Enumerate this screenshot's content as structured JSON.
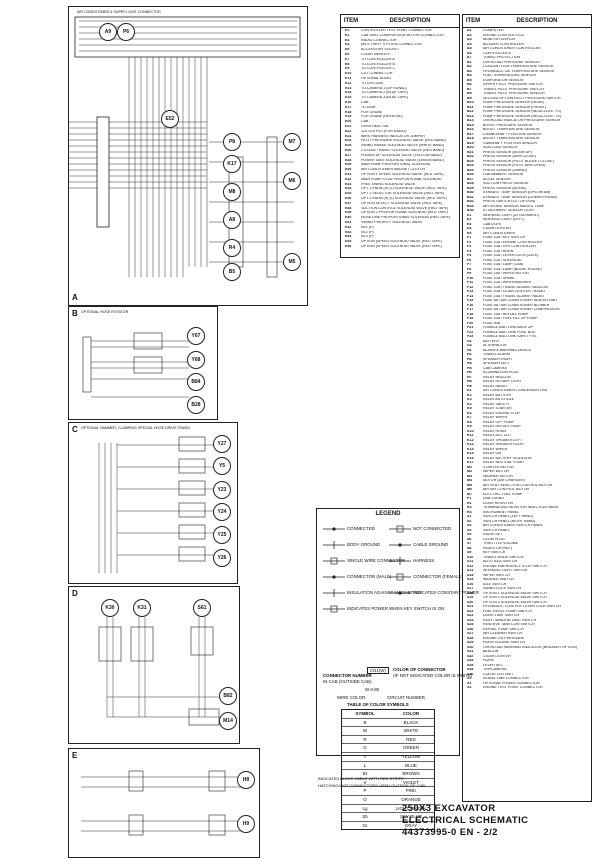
{
  "sheet": {
    "title_line1": "250X3 EXCAVATOR",
    "title_line2": "ELECTRICAL SCHEMATIC",
    "title_line3": "44373995-0  EN - 2/2"
  },
  "sections": [
    {
      "id": "A",
      "caption": "AIR CONDITIONER & SUPPLY UNIT CONNECTOR"
    },
    {
      "id": "B",
      "caption": "OPTIONAL HOSE ROTATOR"
    },
    {
      "id": "C",
      "caption": "OPTIONAL HAMMER, CLAMPING SPECIAL HOSE DRIVE TRAVEL"
    },
    {
      "id": "D",
      "caption": ""
    },
    {
      "id": "E",
      "caption": ""
    }
  ],
  "connectors": {
    "A": [
      "A9",
      "P6",
      "E52",
      "P8",
      "K17",
      "M8",
      "A8",
      "R4",
      "B5",
      "M7",
      "M6",
      "M5"
    ],
    "B": [
      "Y67",
      "Y68",
      "B84",
      "B28"
    ],
    "C": [
      "Y27",
      "Y5",
      "Y23",
      "Y24",
      "Y25",
      "Y26"
    ],
    "D": [
      "K30",
      "K31",
      "S61",
      "B82",
      "M14"
    ],
    "E": [
      "H8",
      "H9"
    ]
  },
  "table_left": {
    "col_item": "ITEM",
    "col_desc": "DESCRIPTION",
    "rows": [
      [
        "E1",
        "CONTROLLER TEST POINT CONNECTOR"
      ],
      [
        "E2",
        "CAB SEAT COMPRESSOR MOTOR CONNECTOR"
      ],
      [
        "E3",
        "RADIO CONNECTOR"
      ],
      [
        "E4",
        "ANTI-THEFT SYSTEM CONNECTOR"
      ],
      [
        "E5",
        "ACCESSORY SOCKET"
      ],
      [
        "E6",
        "CLEAR MEMORY"
      ],
      [
        "E7",
        "TO CONTROLLER A"
      ],
      [
        "E8",
        "TO CONTROLLER B"
      ],
      [
        "E9",
        "TO CONTROLLER C"
      ],
      [
        "E10",
        "CDT CONNECTOR"
      ],
      [
        "E11",
        "OPTIONAL AUDIO"
      ],
      [
        "E12",
        "TO GPS UNIT"
      ],
      [
        "E13",
        "TO CAMERA 1 (OPTIONAL)"
      ],
      [
        "E14",
        "TO CAMERA 2 (BLUE TAPE)"
      ],
      [
        "E15",
        "TO CAMERA 3 (BLUE TAPE)"
      ],
      [
        "E16",
        "CAB"
      ],
      [
        "E17",
        "TO DRM"
      ],
      [
        "E18",
        "FOR CRANE"
      ],
      [
        "E19",
        "FOR CRANE (REVERSE)"
      ],
      [
        "E20",
        "CAB"
      ],
      [
        "E21",
        "OVER HEAT SW"
      ],
      [
        "E22",
        "12V OUTPUT (FOR RADIO)"
      ],
      [
        "E23",
        "WIRE HARNESS INDICATOR JUMPER"
      ],
      [
        "E24",
        "PILOT PRESSURE SOLENOID VALVE (RED BAND)"
      ],
      [
        "E25",
        "SWING BRAKE SOLENOID VALVE (WHITE BAND)"
      ],
      [
        "E26",
        "2 STAGE TRAVEL SOLENOID VALVE (RED BAND)"
      ],
      [
        "E27",
        "POWER-UP SOLENOID VALVE (YELLOW BAND)"
      ],
      [
        "E28",
        "POWER SAVE SOLENOID VALVE (GREEN BAND)"
      ],
      [
        "E29",
        "MAIN PUMP PROPORTIONAL SOLENOID"
      ],
      [
        "E30",
        "AIR CONDITIONER MAGNET CLUTCH"
      ],
      [
        "E31",
        "OPTION 1 SPEED SOLENOID VALVE (RED TAPE)"
      ],
      [
        "E32",
        "MAIN PUMP FLOW PROPORTIONAL SOLENOID"
      ],
      [
        "E33",
        "FREE SWING SOLENOID VALVE"
      ],
      [
        "E34",
        "OPT 1 KNOB (R) (L) SOLENOID VALVE (RED TAPE)"
      ],
      [
        "E35",
        "OPT 2 SELECTOR SOLENOID VALVE (RED TAPE)"
      ],
      [
        "E36",
        "OPT 2 KNOB (R) (L) SOLENOID VALVE (RED TAPE)"
      ],
      [
        "E37",
        "OPTION SELECT SOLENOID VALVE (RED TAPE)"
      ],
      [
        "E38",
        "SUCTION CONTROL SOLENOID VALVE (RED TAPE)"
      ],
      [
        "E39",
        "OPTION 2 PROPORTIONAL SOLENOID (RED TAPE)"
      ],
      [
        "E40",
        "HOSE LINE PROPORTIONAL SOLENOID (RED TAPE)"
      ],
      [
        "E41",
        "SWING PRIORITY SOLENOID VALVE"
      ],
      [
        "E42",
        "IN-1 (P)"
      ],
      [
        "E43",
        "IN-2 (P)"
      ],
      [
        "E44",
        "IN-3 (P)"
      ],
      [
        "E45",
        "OPTION (SPEED SOLENOID VALVE (RED TAPE)"
      ],
      [
        "E46",
        "OPTION (SPEED SOLENOID VALVE (RED TAPE)"
      ]
    ]
  },
  "table_right": {
    "col_item": "ITEM",
    "col_desc": "DESCRIPTION",
    "rows": [
      [
        "A1",
        "COMPUTER"
      ],
      [
        "A2",
        "ENGINE CONTROL ECU"
      ],
      [
        "A3",
        "MONITOR DISPLAY"
      ],
      [
        "A4",
        "BLOWER CONTROLLER"
      ],
      [
        "A5",
        "AIR CONDITIONER CONTROLLER"
      ],
      [
        "A6",
        "CONTROLLER A"
      ],
      [
        "A7",
        "TURBO PROTECTION"
      ],
      [
        "B1",
        "OVERLOAD PRESSURE SENSOR"
      ],
      [
        "B2",
        "COOLANT LOW TEMPERATURE SENSOR"
      ],
      [
        "B3",
        "HYDRAULIC OIL TEMPERATURE SENSOR"
      ],
      [
        "B4",
        "FUEL TEMPERATURE SENSOR"
      ],
      [
        "B5",
        "EVAPORATOR SENSOR"
      ],
      [
        "B6",
        "UPPER PILOT PRESSURE SWITCH"
      ],
      [
        "B7",
        "TRAVEL PILOT PRESSURE SWITCH"
      ],
      [
        "B8",
        "TRAVEL PILOT PRESSURE SENSOR"
      ],
      [
        "B9",
        "SECOND OPTION PILOT PRESSURE SWITCH"
      ],
      [
        "B10",
        "PUMP PRESSURE SENSOR (REAR)"
      ],
      [
        "B11",
        "PUMP PRESSURE SENSOR (FRONT)"
      ],
      [
        "B12",
        "PUMP PRESSURE SENSOR (NEGA-CONT. P1)"
      ],
      [
        "B13",
        "PUMP PRESSURE SENSOR (NEGA-CONT. P2)"
      ],
      [
        "B14",
        "OVERLOAD INDICATOR PRESSURE SENSOR"
      ],
      [
        "B15",
        "BOOST PRESSURE SENSOR"
      ],
      [
        "B16",
        "BOOST TEMPERATURE SENSOR"
      ],
      [
        "B17",
        "CRANKSHAFT POSITION SENSOR"
      ],
      [
        "B18",
        "BOOST TEMPERATURE SENSOR"
      ],
      [
        "B19",
        "CAMSHAFT POSITION SENSOR"
      ],
      [
        "B20",
        "SUN LOAD SENSOR"
      ],
      [
        "B21",
        "PRESS SENSOR (BOOM UP)"
      ],
      [
        "B22",
        "PRESS SENSOR (ARM CLOSE)"
      ],
      [
        "B23",
        "PRESS SENSOR (PILOT BUCKET CLOSE)"
      ],
      [
        "B24",
        "PRESS SENSOR (PILOT ARM OPEN)"
      ],
      [
        "B25",
        "PRESS SENSOR (SWING)"
      ],
      [
        "B26",
        "CAB AMBIENT SENSOR"
      ],
      [
        "B27",
        "ACCEL SENSOR"
      ],
      [
        "B28",
        "SUCTION PRESS SENSOR"
      ],
      [
        "B29",
        "PRESS SENSOR (BOOM)"
      ],
      [
        "B30",
        "EXHAUST TEMP SENSOR (UPSTREAM)"
      ],
      [
        "B31",
        "EXHAUST TEMP SENSOR (DOWNSTREAM)"
      ],
      [
        "B32",
        "PRESS SWITCH (1ST OPTION)"
      ],
      [
        "B33",
        "AIR INTAKE SENSOR MASS & TEMP"
      ],
      [
        "B34",
        "ATTACHMENT SENSOR LIGHT"
      ],
      [
        "E1",
        "WORKING LIGHT (ATTACHMENT)"
      ],
      [
        "E2",
        "WORKING LIGHT (LEFT)"
      ],
      [
        "E3",
        "CAB LIGHT"
      ],
      [
        "E4",
        "CIGAR LIGHTER"
      ],
      [
        "E5",
        "AIR CONDITIONER"
      ],
      [
        "F1",
        "FUSE 10A / KEY SWITCH"
      ],
      [
        "F2",
        "FUSE 10A / ENGINE CONTROLLER"
      ],
      [
        "F3",
        "FUSE 10A / GPS CONTROLLER"
      ],
      [
        "F4",
        "FUSE 10A / HORN"
      ],
      [
        "F5",
        "FUSE 10A / LEVER LOCK (GATE)"
      ],
      [
        "F6",
        "FUSE 10A / SOLENOID"
      ],
      [
        "F7",
        "FUSE 15A / LAMP (CAB)"
      ],
      [
        "F8",
        "FUSE 10A / LAMP (BOOM, HOUSE)"
      ],
      [
        "F9",
        "FUSE 15A / WIPER MOTOR"
      ],
      [
        "F10",
        "FUSE 10A / SPARE"
      ],
      [
        "F11",
        "FUSE 10A / WIPER/WASHER"
      ],
      [
        "F12",
        "FUSE 10A / TRAVEL ALARM / BEACON"
      ],
      [
        "F13",
        "FUSE 10A / CIGAR LIGHTER / RADIO"
      ],
      [
        "F14",
        "FUSE 15A / TRAVEL ALARM / RADIO"
      ],
      [
        "F15",
        "FUSE 5A / AIR CONDITIONER HEATER UNIT"
      ],
      [
        "F16",
        "FUSE 5A / AIR CONDITIONER BLOWER"
      ],
      [
        "F17",
        "FUSE 5A / AIR CONDITIONER COMPRESSOR"
      ],
      [
        "F18",
        "FUSE 15A / REFUEL PUMP"
      ],
      [
        "F19",
        "FUSE 10A / FUEL FILL UP PUMP"
      ],
      [
        "F20",
        "FUSE 30A"
      ],
      [
        "F21",
        "FUSIBLE 65A / LINK BACK UP"
      ],
      [
        "F22",
        "FUSIBLE 65A / LINK FUSE BOX"
      ],
      [
        "F23",
        "FUSIBLE 65A / LINK SAFETY RL"
      ],
      [
        "G1",
        "BATTERY"
      ],
      [
        "G2",
        "ALTERNATOR"
      ],
      [
        "H1",
        "ALARM & WARNING DEVICE"
      ],
      [
        "H2",
        "TRAVEL ALARM"
      ],
      [
        "H3",
        "SPEAKER RIGHT"
      ],
      [
        "H4",
        "SPEAKER LEFT"
      ],
      [
        "H5",
        "CAB CAMERA"
      ],
      [
        "H6",
        "ILLUMINATION PLUG"
      ],
      [
        "H7",
        "RELAY BEACON"
      ],
      [
        "H8",
        "RELAY ROTARY LIGHT"
      ],
      [
        "H9",
        "RELAY RADIO"
      ],
      [
        "K1",
        "AIR CONDITIONER CONDENSER FAN"
      ],
      [
        "K2",
        "RELAY BATTERY"
      ],
      [
        "K3",
        "RELAY AUTO IDLE"
      ],
      [
        "K4",
        "RELAY SAFETY"
      ],
      [
        "K5",
        "RELAY STARTER"
      ],
      [
        "K6",
        "RELAY ENGINE STOP"
      ],
      [
        "K7",
        "RELAY WIPER"
      ],
      [
        "K8",
        "RELAY OFF PUMP"
      ],
      [
        "K9",
        "RELAY REFUEL PUMP"
      ],
      [
        "K10",
        "RELAY HORN"
      ],
      [
        "K11",
        "RELAY ACC CUT"
      ],
      [
        "K12",
        "RELAY SPEAKER LEFT"
      ],
      [
        "K13",
        "RELAY SPEAKER RIGHT"
      ],
      [
        "K14",
        "RELAY WIPER"
      ],
      [
        "K15",
        "RELAY ON"
      ],
      [
        "K16",
        "RELAY BATTERY ISOLATION"
      ],
      [
        "K17",
        "RELAY NEUTRAL START"
      ],
      [
        "M1",
        "STARTER MOTOR"
      ],
      [
        "M2",
        "WIPER MOTOR"
      ],
      [
        "M3",
        "WASHER MOTOR"
      ],
      [
        "M4",
        "MOTOR (AIR CHARGER)"
      ],
      [
        "M5",
        "AIR VENT INJECTION CONTROL MOTOR"
      ],
      [
        "M6",
        "AIR MIX CONTROL MOTOR"
      ],
      [
        "M7",
        "ELECTRIC FUEL PUMP"
      ],
      [
        "P1",
        "USB TURBO"
      ],
      [
        "R1",
        "DOOR RESISTOR"
      ],
      [
        "R2",
        "TERMINATING RESISTOR INJECTION VALVE"
      ],
      [
        "R3",
        "INSTRUMENT PANEL"
      ],
      [
        "S1",
        "SWITCH PANEL (LEFT HAND)"
      ],
      [
        "S2",
        "SWITCH PANEL (RIGHT HAND)"
      ],
      [
        "S3",
        "AIR CONDITIONER SWITCH PANEL"
      ],
      [
        "S4",
        "SWITCH PANEL"
      ],
      [
        "S5",
        "RADIO SET"
      ],
      [
        "S6",
        "GLOW PLUG"
      ],
      [
        "S7",
        "THROTTLE VOLUME"
      ],
      [
        "S8",
        "RESISTOR (REF)"
      ],
      [
        "S9",
        "KEY SWITCH"
      ],
      [
        "S10",
        "TRAVEL MODE SWITCH"
      ],
      [
        "S11",
        "AUTO IDLE SWITCH"
      ],
      [
        "S12",
        "ENGINE EMERGENCY STOP SWITCH"
      ],
      [
        "S13",
        "WORKING LIGHT SWITCH"
      ],
      [
        "S14",
        "WIPER SWITCH"
      ],
      [
        "S15",
        "WASHER SWITCH"
      ],
      [
        "S16",
        "IDLE SWITCH"
      ],
      [
        "S17",
        "SWING LOCK SWITCH"
      ],
      [
        "S18",
        "OPTION 1 SOLENOID VALVE SWITCH"
      ],
      [
        "S19",
        "OPTION 2 SOLENOID VALVE SWITCH"
      ],
      [
        "S20",
        "OPTION 3 SOLENOID VALVE SWITCH"
      ],
      [
        "S21",
        "HYDRAULIC CONTROL LEVER LOCK SWITCH"
      ],
      [
        "S22",
        "FUEL REFILL PUMP SWITCH"
      ],
      [
        "S23",
        "DOOR LIMIT SWITCH"
      ],
      [
        "S24",
        "RIGHT WINDOW LIMIT SWITCH"
      ],
      [
        "S25",
        "RESERVE TANK LOW SWITCH"
      ],
      [
        "S26",
        "REFUEL PUMP SWITCH"
      ],
      [
        "S27",
        "AIR CLEANER SWITCH"
      ],
      [
        "S28",
        "ENGINE OIL PRESSURE"
      ],
      [
        "S29",
        "HORN VOLUME SWITCH"
      ],
      [
        "S30",
        "OVERLOAD WARNING INDICATOR (BREAKER OPTION)"
      ],
      [
        "S31",
        "BEACON"
      ],
      [
        "S32",
        "CIGAR LIGHTER"
      ],
      [
        "S33",
        "HORN"
      ],
      [
        "S34",
        "LEVER SEL"
      ],
      [
        "S35",
        "TRIPCAMERA"
      ],
      [
        "S36",
        "COLOR LCD UNIT"
      ],
      [
        "X1",
        "SERIAL LINK CONNECTOR"
      ],
      [
        "X2",
        "OPTIONAL POWER CONNECTOR"
      ],
      [
        "X3",
        "ENGINE TEST POINT CONNECTOR"
      ]
    ]
  },
  "legend": {
    "title": "LEGEND",
    "items": [
      {
        "label": "CONNECTED",
        "icon": "connected-icon"
      },
      {
        "label": "NOT CONNECTED",
        "icon": "not-connected-icon"
      },
      {
        "label": "BODY GROUND",
        "icon": "body-ground-icon"
      },
      {
        "label": "CABLE GROUND",
        "icon": "cable-ground-icon"
      },
      {
        "label": "SINGLE WIRE CONNECTOR",
        "icon": "single-wire-connector-icon"
      },
      {
        "label": "HARNESS",
        "icon": "harness-icon"
      },
      {
        "label": "CONNECTOR (MALE)",
        "icon": "connector-male-icon"
      },
      {
        "label": "CONNECTOR (FEMALE)",
        "icon": "connector-female-icon"
      },
      {
        "label": "INSULATION AGAINST MAGNETISM",
        "icon": "insulation-icon"
      },
      {
        "label": "INDICATES CONSTANT POWER",
        "icon": "constant-power-icon"
      },
      {
        "label": "INDICATES POWER WHEN KEY SWITCH IS ON",
        "icon": "key-power-icon"
      }
    ],
    "conn_number_label": "CONNECTOR NUMBER",
    "conn_number_sub": "IN CAB (OUTSIDE CAB)",
    "color_label": "COLOR OF CONNECTOR",
    "color_sub": "(IF NOT INDICATED COLOR IS WHITE)",
    "example_conn": "CN1(W)",
    "wire_example": "W-0.85",
    "wire_color_label": "WIRE COLOR",
    "wire_size_label": "CIRCUIT NUMBER",
    "color_table_title": "TABLE OF COLOR SYMBOLS",
    "color_table_head": [
      "SYMBOL",
      "COLOR"
    ],
    "color_table_rows": [
      [
        "B",
        "BLACK"
      ],
      [
        "W",
        "WHITE"
      ],
      [
        "R",
        "RED"
      ],
      [
        "G",
        "GREEN"
      ],
      [
        "Y",
        "YELLOW"
      ],
      [
        "L",
        "BLUE"
      ],
      [
        "Br",
        "BROWN"
      ],
      [
        "V",
        "VIOLET"
      ],
      [
        "P",
        "PINK"
      ],
      [
        "O",
        "ORANGE"
      ],
      [
        "Lg",
        "LIGHT GREEN"
      ],
      [
        "Sb",
        "SKY BLUE"
      ],
      [
        "Gr",
        "GRAY"
      ]
    ],
    "note1": "INDICATES BLACK CABLE WITH RED STRIPE.",
    "note2": "HATCHING/GOT CONNECTORS USED OUTSIDE OF CAB."
  },
  "colors": {
    "line": "#222222",
    "paper": "#ffffff"
  }
}
